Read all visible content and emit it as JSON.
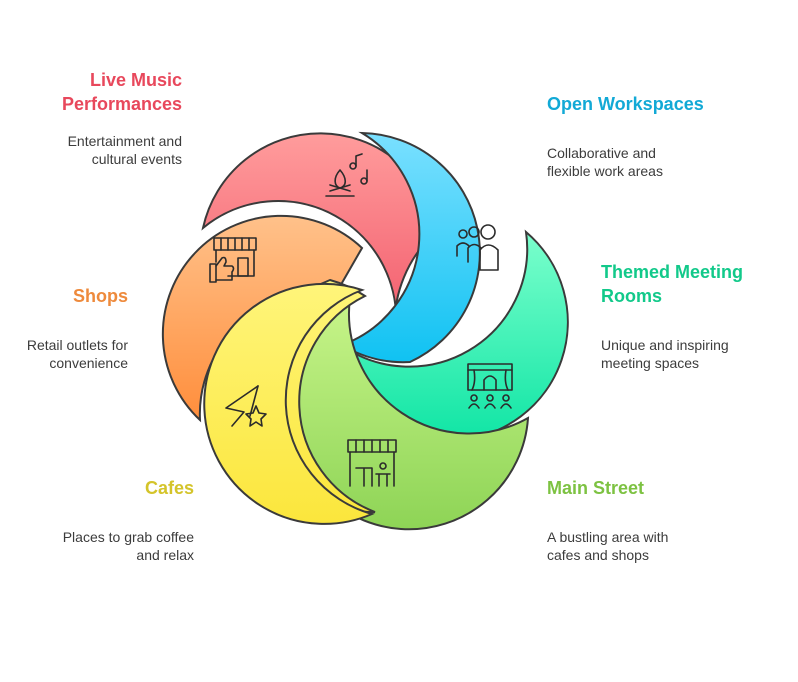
{
  "segments": [
    {
      "key": "live_music",
      "title_lines": [
        "Live Music",
        "Performances"
      ],
      "desc_lines": [
        "Entertainment and",
        "cultural events"
      ],
      "color": "#E8485C",
      "icon": "campfire-music-icon"
    },
    {
      "key": "open_workspaces",
      "title_lines": [
        "Open Workspaces"
      ],
      "desc_lines": [
        "Collaborative and",
        "flexible work areas"
      ],
      "color": "#12A9D6",
      "icon": "people-group-icon"
    },
    {
      "key": "themed_rooms",
      "title_lines": [
        "Themed Meeting",
        "Rooms"
      ],
      "desc_lines": [
        "Unique and inspiring",
        "meeting spaces"
      ],
      "color": "#12C98A",
      "icon": "stage-audience-icon"
    },
    {
      "key": "main_street",
      "title_lines": [
        "Main Street"
      ],
      "desc_lines": [
        "A bustling area with",
        "cafes and shops"
      ],
      "color": "#7DC242",
      "icon": "street-stall-icon"
    },
    {
      "key": "cafes",
      "title_lines": [
        "Cafes"
      ],
      "desc_lines": [
        "Places to grab coffee",
        "and relax"
      ],
      "color": "#D4C42A",
      "icon": "star-sparkle-icon"
    },
    {
      "key": "shops",
      "title_lines": [
        "Shops"
      ],
      "desc_lines": [
        "Retail outlets for",
        "convenience"
      ],
      "color": "#EE8A3C",
      "icon": "shop-thumbs-up-icon"
    }
  ]
}
